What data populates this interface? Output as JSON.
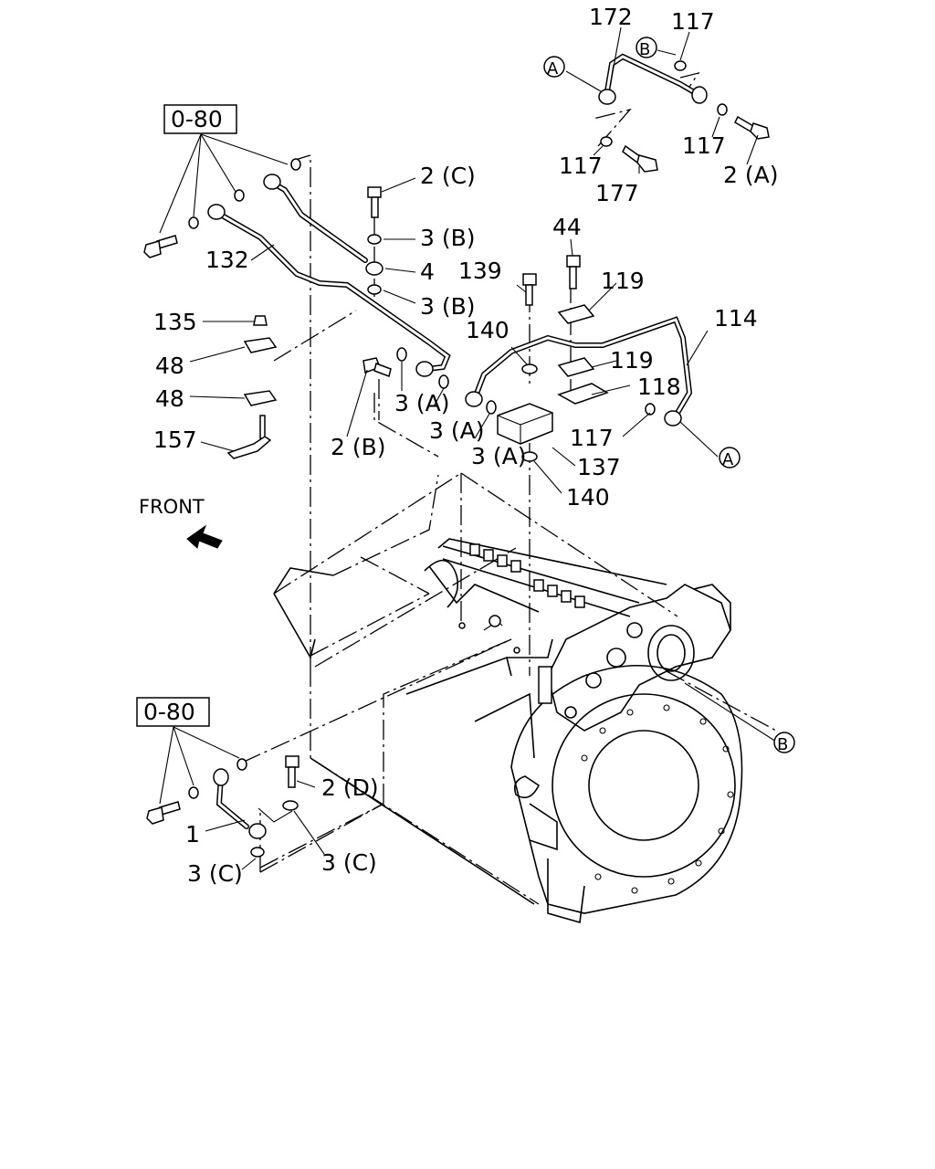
{
  "ref_boxes": [
    "0-80",
    "0-80"
  ],
  "front_label": "FRONT",
  "callouts": {
    "p172": "172",
    "p117_top": "117",
    "pB_top": "B",
    "pA_top": "A",
    "p117_mid": "117",
    "p117_left": "117",
    "p177": "177",
    "p2A": "2 (A)",
    "p2C": "2 (C)",
    "p3B_1": "3 (B)",
    "p4": "4",
    "p3B_2": "3 (B)",
    "p132": "132",
    "p135": "135",
    "p48_1": "48",
    "p48_2": "48",
    "p157": "157",
    "p2B": "2 (B)",
    "p3A_1": "3 (A)",
    "p3A_2": "3 (A)",
    "p3A_3": "3 (A)",
    "p139": "139",
    "p44": "44",
    "p119_1": "119",
    "p119_2": "119",
    "p114": "114",
    "p140_1": "140",
    "p118": "118",
    "p117_right": "117",
    "p137": "137",
    "p140_2": "140",
    "pA_right": "A",
    "pB_right": "B",
    "p2D": "2 (D)",
    "p1": "1",
    "p3C_1": "3 (C)",
    "p3C_2": "3 (C)"
  }
}
